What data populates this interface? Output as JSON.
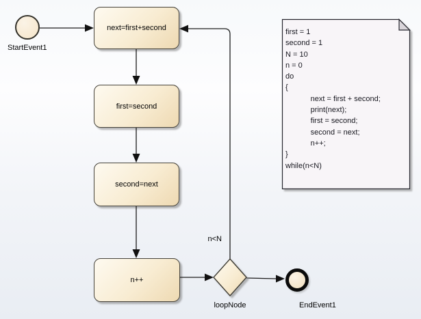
{
  "diagram": {
    "start_event": {
      "label": "StartEvent1"
    },
    "activities": [
      {
        "label": "next=first+second"
      },
      {
        "label": "first=second"
      },
      {
        "label": "second=next"
      },
      {
        "label": "n++"
      }
    ],
    "decision": {
      "label": "loopNode",
      "guard": "n<N"
    },
    "end_event": {
      "label": "EndEvent1"
    },
    "note": {
      "lines": [
        "first = 1",
        "second = 1",
        "N = 10",
        "n = 0",
        "do",
        "{",
        "            next = first + second;",
        "            print(next);",
        "            first = second;",
        "            second = next;",
        "            n++;",
        "}",
        "while(n<N)"
      ]
    },
    "colors": {
      "node_fill_light": "#fefaf0",
      "node_fill_dark": "#eed9b2",
      "node_border": "#45423a",
      "note_fill": "#f8f5f8",
      "connector": "#1b1b1b",
      "canvas_top": "#f7f9fb",
      "canvas_bottom": "#e9edf3"
    }
  }
}
